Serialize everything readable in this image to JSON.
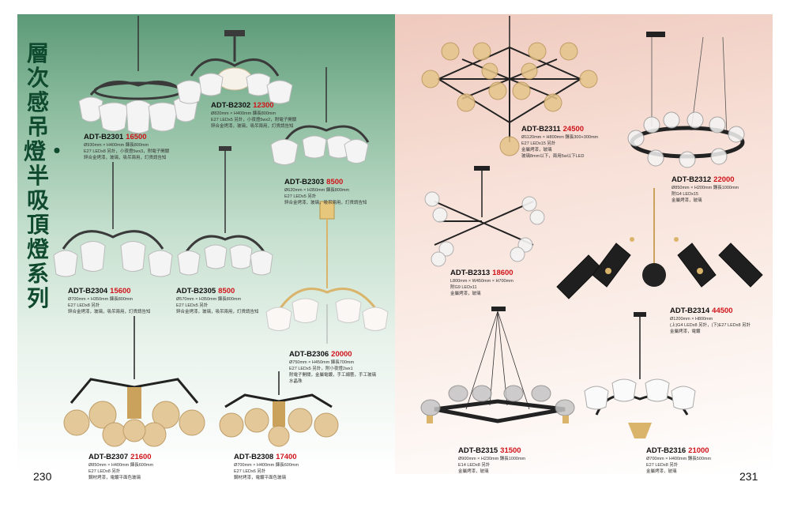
{
  "left_page": {
    "title": "層次感吊燈・半吸頂燈系列",
    "page_number": "230",
    "products": [
      {
        "code": "ADT-B2301",
        "price": "16500",
        "spec1": "Ø930mm × H400mm 鍊長800mm",
        "spec2": "E27 LEDx8 另計，小夜燈5wx3，附電子開關",
        "spec3": "鋅合金烤漆，玻璃，吸吊兩用，訂貨請告知"
      },
      {
        "code": "ADT-B2302",
        "price": "12300",
        "spec1": "Ø820mm × H400mm 鍊長800mm",
        "spec2": "E27 LEDx5 另計，小夜燈5wx2，附電子開關",
        "spec3": "鋅合金烤漆，玻璃，吸吊兩用，訂貨請告知"
      },
      {
        "code": "ADT-B2303",
        "price": "8500",
        "spec1": "Ø620mm × H350mm 鍊長800mm",
        "spec2": "E27 LEDx5 另計",
        "spec3": "鋅合金烤漆，玻璃，吸吊兩用，訂貨請告知"
      },
      {
        "code": "ADT-B2304",
        "price": "15600",
        "spec1": "Ø700mm × H350mm 鍊長800mm",
        "spec2": "E27 LEDx8 另計",
        "spec3": "鋅合金烤漆，玻璃，吸吊兩用，訂貨請告知"
      },
      {
        "code": "ADT-B2305",
        "price": "8500",
        "spec1": "Ø570mm × H350mm 鍊長800mm",
        "spec2": "E27 LEDx5 另計",
        "spec3": "鋅合金烤漆，玻璃，吸吊兩用，訂貨請告知"
      },
      {
        "code": "ADT-B2306",
        "price": "20000",
        "spec1": "Ø750mm × H450mm 鍊長700mm",
        "spec2": "E27 LEDx5 另計，附小夜燈2wx1",
        "spec3": "附電子開關，金屬電鍍，手工絹藝，手工玻璃",
        "spec4": "水晶珠"
      },
      {
        "code": "ADT-B2307",
        "price": "21600",
        "spec1": "Ø850mm × H400mm 鍊長600mm",
        "spec2": "E27 LEDx8 另計",
        "spec3": "鋼材烤漆，電鍍平面色玻璃"
      },
      {
        "code": "ADT-B2308",
        "price": "17400",
        "spec1": "Ø700mm × H400mm 鍊長600mm",
        "spec2": "E27 LEDx6 另計",
        "spec3": "鋼材烤漆，電鍍平面色玻璃"
      }
    ]
  },
  "right_page": {
    "page_number": "231",
    "products": [
      {
        "code": "ADT-B2311",
        "price": "24500",
        "spec1": "Ø1120mm × H800mm 鏍長300+300mm",
        "spec2": "E27 LEDx15 另計",
        "spec3": "金屬烤漆，玻璃",
        "spec4": "玻璃8mm以下，兩用5w以下LED"
      },
      {
        "code": "ADT-B2312",
        "price": "22000",
        "spec1": "Ø850mm × H200mm 鏍長1000mm",
        "spec2": "附G4 LEDx15",
        "spec3": "金屬烤漆，玻璃"
      },
      {
        "code": "ADT-B2313",
        "price": "18600",
        "spec1": "L800mm × W450mm × H700mm",
        "spec2": "附G9 LEDx11",
        "spec3": "金屬烤漆，玻璃"
      },
      {
        "code": "ADT-B2314",
        "price": "44500",
        "spec1": "Ø1200mm × H800mm",
        "spec2": "(上)G4 LEDx8 另計，(下)E27 LEDx8 另計",
        "spec3": "金屬烤漆，電鍍"
      },
      {
        "code": "ADT-B2315",
        "price": "31500",
        "spec1": "Ø900mm × H230mm 鏍長1000mm",
        "spec2": "E14 LEDx8 另計",
        "spec3": "金屬烤漆，玻璃"
      },
      {
        "code": "ADT-B2316",
        "price": "21000",
        "spec1": "Ø700mm × H400mm 鏍長500mm",
        "spec2": "E27 LEDx8 另計",
        "spec3": "金屬烤漆，玻璃"
      }
    ]
  },
  "colors": {
    "price": "#d0131a",
    "title": "#0f4a2e",
    "green_bg": "#5c9a78",
    "pink_bg": "#efc9bd"
  }
}
